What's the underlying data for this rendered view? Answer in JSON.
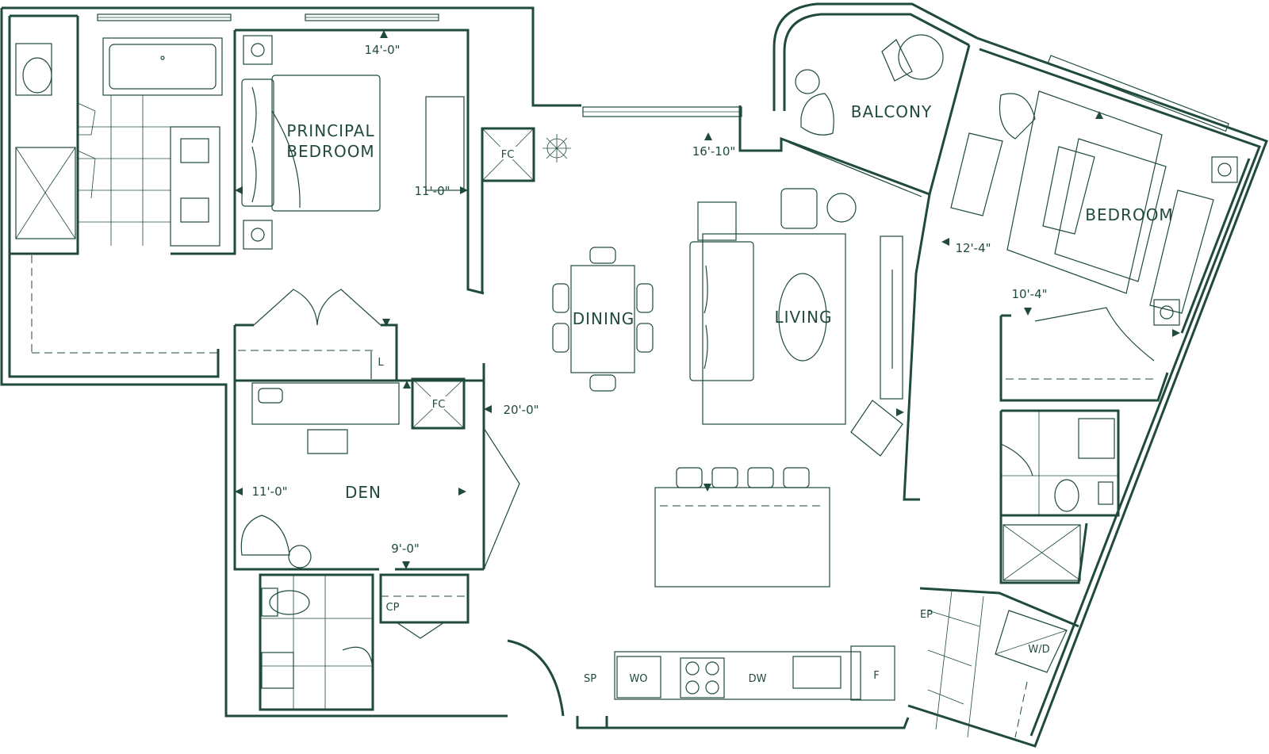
{
  "rooms": {
    "principal_line1": "PRINCIPAL",
    "principal_line2": "BEDROOM",
    "bedroom": "BEDROOM",
    "balcony": "BALCONY",
    "dining": "DINING",
    "living": "LIVING",
    "den": "DEN"
  },
  "dimensions": {
    "principal_width": "14'-0\"",
    "principal_depth": "11'-0\"",
    "living_width": "16'-10\"",
    "living_depth": "20'-0\"",
    "bedroom_width": "12'-4\"",
    "bedroom_depth": "10'-4\"",
    "den_width": "11'-0\"",
    "den_depth": "9'-0\""
  },
  "appliances": {
    "fc_principal": "FC",
    "fc_den": "FC",
    "linen": "L",
    "coat_closet": "CP",
    "sp": "SP",
    "wall_oven": "WO",
    "dishwasher": "DW",
    "fridge": "F",
    "ep": "EP",
    "washer_dryer": "W/D"
  },
  "colors": {
    "line": "#1f4a3c",
    "background": "#ffffff"
  }
}
